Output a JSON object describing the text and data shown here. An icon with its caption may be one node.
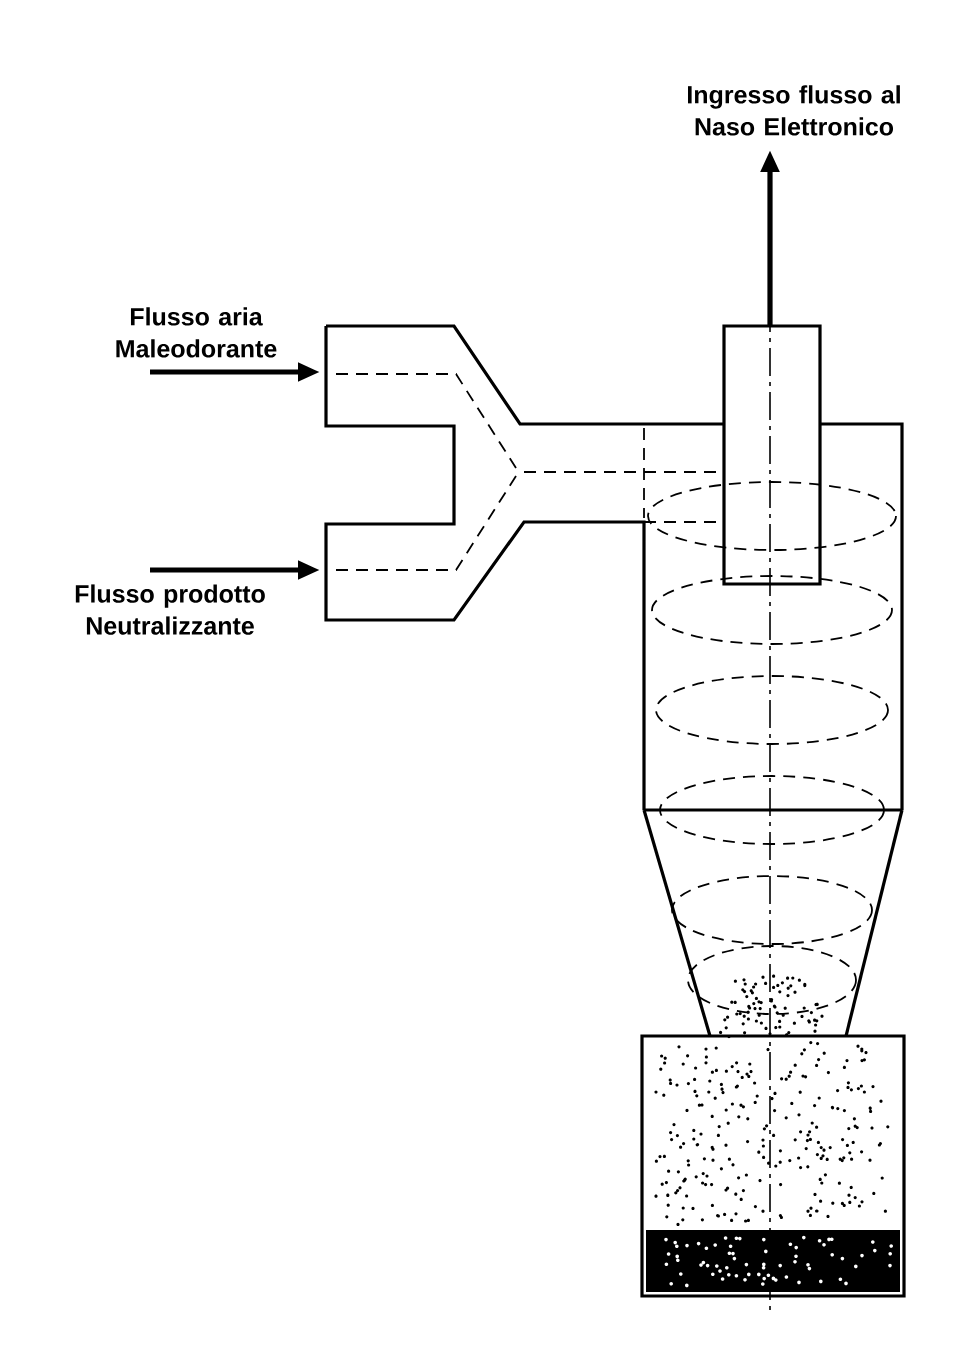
{
  "diagram": {
    "nodes": [
      {
        "text": [
          "Ingresso flusso al Naso Elettronico"
        ]
      },
      {
        "text": [
          "Flusso aria Maleodorante"
        ]
      },
      {
        "text": [
          "Flusso prodotto Neutralizzante"
        ]
      },
      {
        "text": [],
        "shape": "picture"
      }
    ],
    "edges": [
      {
        "from": 1,
        "to": 3,
        "arrow": "to"
      },
      {
        "from": 2,
        "to": 3,
        "arrow": "to"
      },
      {
        "from": 3,
        "to": 0,
        "arrow": "to"
      }
    ]
  }
}
